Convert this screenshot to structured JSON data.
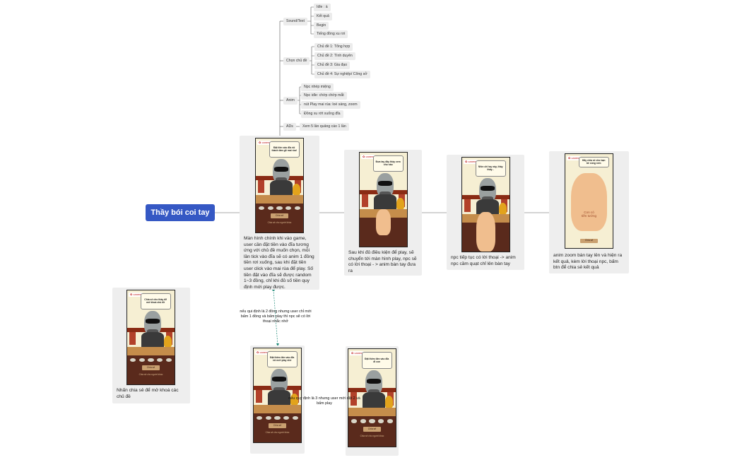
{
  "diagram": {
    "root": "Thầy bói coi tay",
    "branches": {
      "sound": {
        "label": "Sound/Text",
        "items": [
          "Idle : à",
          "Kết quả",
          "Begin",
          "Tiếng đồng xu rơi"
        ]
      },
      "topic": {
        "label": "Chọn chủ đề",
        "items": [
          "Chủ đề 1: Tổng hợp",
          "Chủ đề 2: Tình duyên",
          "Chủ đề 3: Gia đạo",
          "Chủ đề 4: Sự nghiệp/ Công sở"
        ]
      },
      "anim": {
        "label": "Anim",
        "items": [
          "Npc nhép miệng",
          "Npc idle: chớp chớp mắt",
          "nút Play mai rùa: loé sáng, zoom",
          "Đồng xu rớt xuống đĩa"
        ]
      },
      "ads": {
        "label": "ADs",
        "items": [
          "Xem 5 lần quảng cáo 1 lần"
        ]
      }
    },
    "steps": [
      "Màn hình chính khi vào game, user cần đặt tiền vào đĩa tương ứng với chủ đề muốn chọn, mỗi lần tick vào đĩa sẽ có anim 1 đồng tiền rơi xuống, sau khi đặt tiền user click vào mai rùa để play. Số tiền đặt vào đĩa sẽ được random 1~3 đồng, chỉ khi đủ số tiền quy định mới play được.",
      "Sau khi đủ điều kiện để play, sẽ chuyển tới màn hình play, npc sẽ có lời thoại - > anim bàn tay đưa ra",
      "npc tiếp tục có lời thoại -> anim npc cầm quạt chỉ lên bàn tay",
      "anim zoom bàn tay lên và hiện ra kết quả, kèm lời thoại npc, bấm btn để chia sẻ kết quả"
    ],
    "share_caption": "Nhấn chia sẻ để mở khoá các chủ đề",
    "note_two_coins": "nếu qui định là 2 đồng nhưng user chỉ mới bấm 1 đồng và bấm play thì npc sẽ có lời thoại nhắc nhở",
    "note_three_coins": "nếu quy định là 3 nhưng user mới đặt 2 và bấm play"
  },
  "phones": {
    "logo": "✿ canem",
    "play_button": "Chia sẻ",
    "share_text": "Chia sẻ cho người khác",
    "palm_text": "Con có\ntiền tướng",
    "bubbles": {
      "main": "Đặt tiền vào đĩa rồi thành tâm gõ mai rùa!",
      "play": "Đưa tay đây thầy xem cho nào",
      "fan": "Nhìn chỉ tay này, thầy thấy...",
      "result": "Hãy chia sẻ cho bạn bè cùng xem",
      "share": "Chia sẻ cho thầy để mở khoá chủ đề",
      "remind_two": "Đặt thêm tiền vào đĩa rồi mới play nhé",
      "remind_three": "Đặt thêm tiền vào đĩa đi con"
    }
  },
  "colors": {
    "root_fill": "#3558c4",
    "card_fill": "#eeeeee",
    "pill_fill": "#ececec",
    "dashed_connector": "#1f8a78"
  }
}
